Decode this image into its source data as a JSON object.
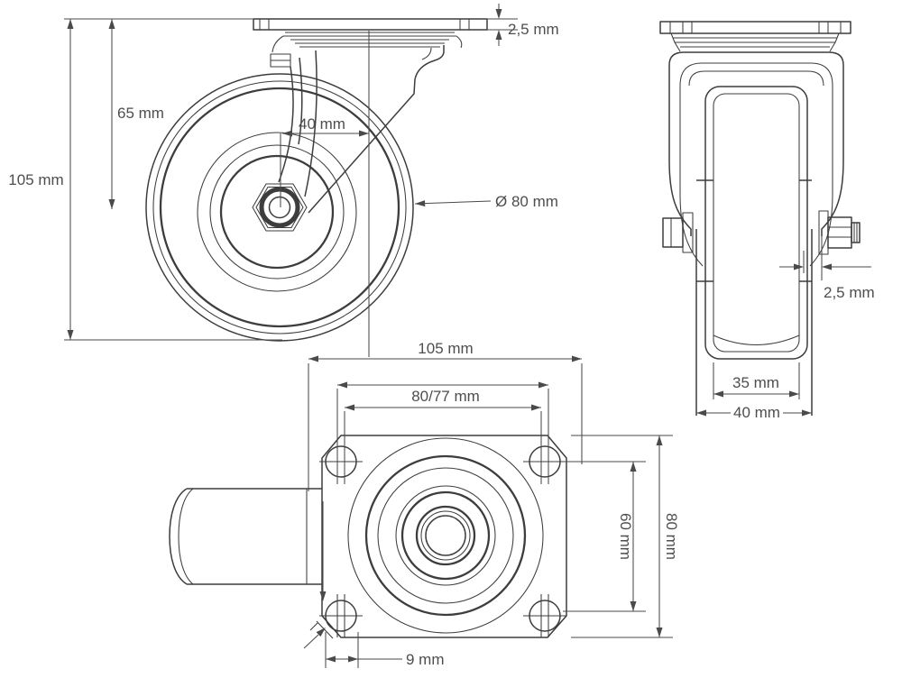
{
  "views": {
    "front": {
      "dims": {
        "total_height": "105 mm",
        "plate_to_axle": "65 mm",
        "plate_thickness": "2,5 mm",
        "swivel_offset": "40 mm",
        "wheel_diameter": "Ø 80 mm"
      }
    },
    "side": {
      "dims": {
        "bracket_thickness": "2,5 mm",
        "tread_width": "35 mm",
        "overall_width": "40 mm"
      }
    },
    "bottom": {
      "dims": {
        "overall_length": "105 mm",
        "bolt_hole_spacing": "80/77 mm",
        "bolt_hole_spacing_vertical": "60 mm",
        "plate_width": "80 mm",
        "bolt_hole_diameter": "9 mm"
      }
    }
  },
  "colors": {
    "part_line": "#3d3d3d",
    "dimension_line": "#4a4a4a",
    "label_text": "#4e4e4e",
    "background": "#ffffff"
  }
}
